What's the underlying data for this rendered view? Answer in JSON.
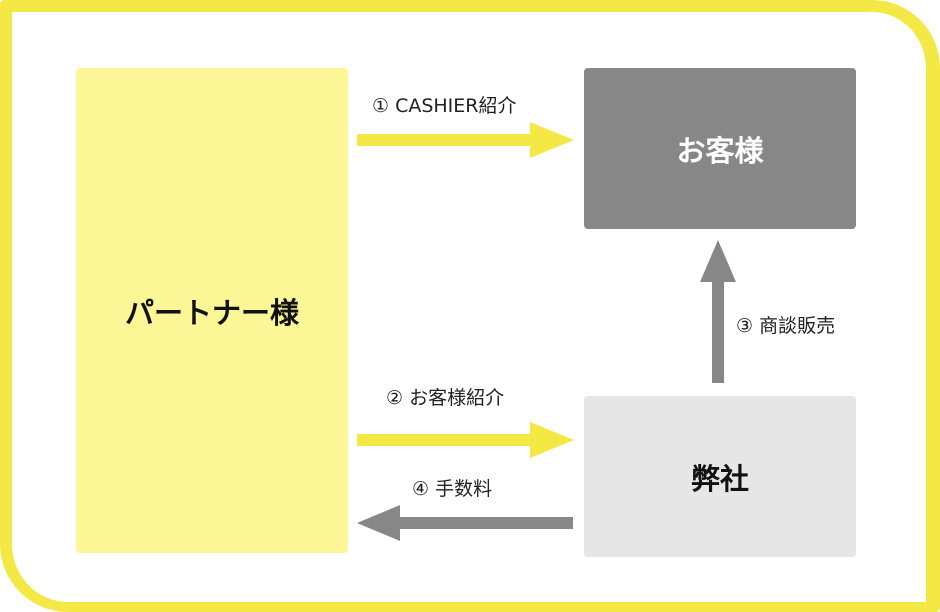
{
  "colors": {
    "frame": "#f4e845",
    "partner_box": "#fbf796",
    "customer_box": "#878787",
    "company_box": "#e6e6e6",
    "yellow_arrow": "#f4e845",
    "gray_arrow": "#878787"
  },
  "boxes": {
    "partner": "パートナー様",
    "customer": "お客様",
    "company": "弊社"
  },
  "flows": {
    "step1": "① CASHIER紹介",
    "step2": "② お客様紹介",
    "step3": "③ 商談販売",
    "step4": "④ 手数料"
  }
}
